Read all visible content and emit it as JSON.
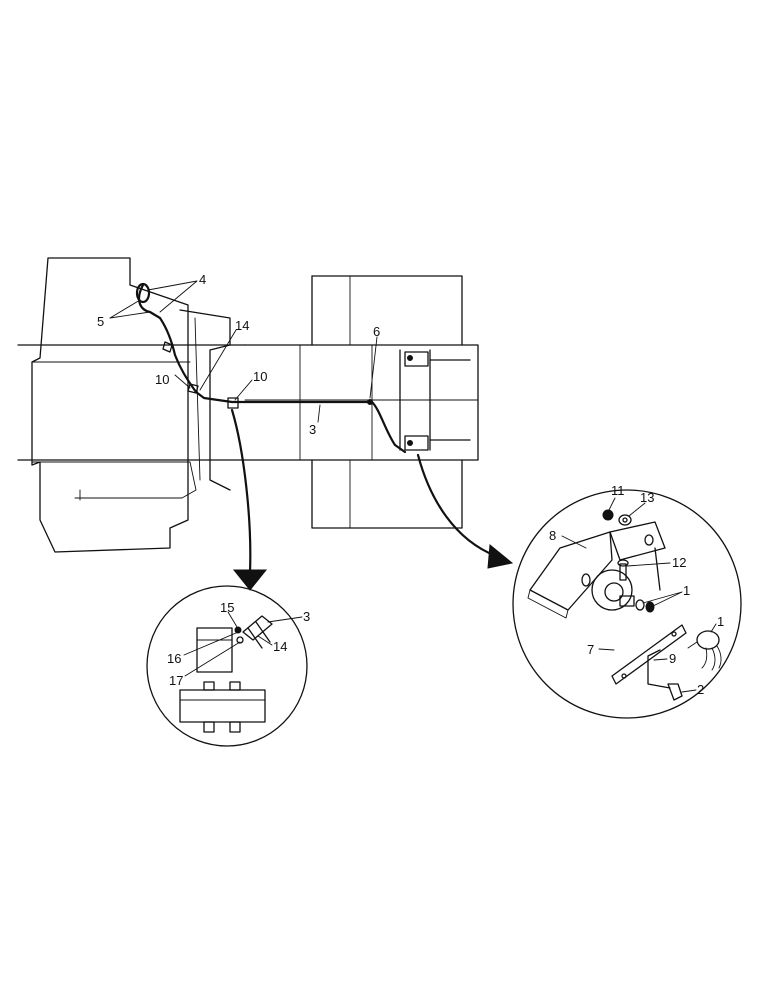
{
  "callouts": {
    "l1": "4",
    "l2": "5",
    "l3": "14",
    "l4": "6",
    "l5": "10",
    "l6": "10",
    "l7": "3",
    "l8": "15",
    "l9": "3",
    "l10": "16",
    "l11": "14",
    "l12": "17",
    "l13": "11",
    "l14": "13",
    "l15": "8",
    "l16": "12",
    "l17": "1",
    "l18": "1",
    "l19": "7",
    "l20": "9",
    "l21": "2"
  }
}
